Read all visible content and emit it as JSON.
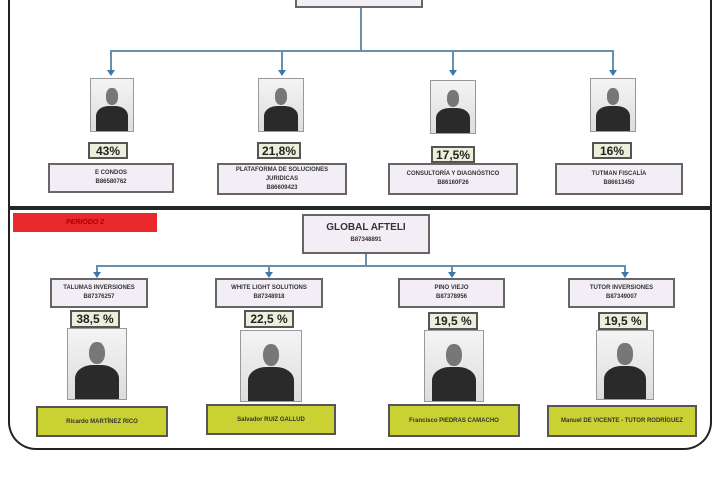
{
  "period1": {
    "companies": [
      {
        "pct": "43%",
        "name": "E CONDOS",
        "code": "B86580762"
      },
      {
        "pct": "21,8%",
        "name": "PLATAFORMA DE SOLUCIONES JURIDICAS",
        "code": "B86609423"
      },
      {
        "pct": "17,5%",
        "name": "CONSULTORÍA Y DIAGNÓSTICO",
        "code": "B86160F26"
      },
      {
        "pct": "16%",
        "name": "TUTMAN FISCALÍA",
        "code": "B86613450"
      }
    ]
  },
  "period2": {
    "label": "PERIODO 2",
    "parent": {
      "name": "GLOBAL AFTELI",
      "code": "B87348891"
    },
    "companies": [
      {
        "name": "TALUMAS INVERSIONES",
        "code": "B87376257",
        "pct": "38,5 %",
        "person": "Ricardo MARTÍNEZ RICO"
      },
      {
        "name": "WHITE LIGHT SOLUTIONS",
        "code": "B87348918",
        "pct": "22,5 %",
        "person": "Salvador RUIZ GALLUD"
      },
      {
        "name": "PINO VIEJO",
        "code": "B87378956",
        "pct": "19,5 %",
        "person": "Francisco PIEDRAS CAMACHO"
      },
      {
        "name": "TUTOR INVERSIONES",
        "code": "B87349007",
        "pct": "19,5 %",
        "person": "Manuel DE VICENTE - TUTOR RODRÍGUEZ"
      }
    ]
  },
  "colors": {
    "period_label": "#e8282a",
    "person_box": "#c9d232",
    "connector": "#6a8faa"
  }
}
